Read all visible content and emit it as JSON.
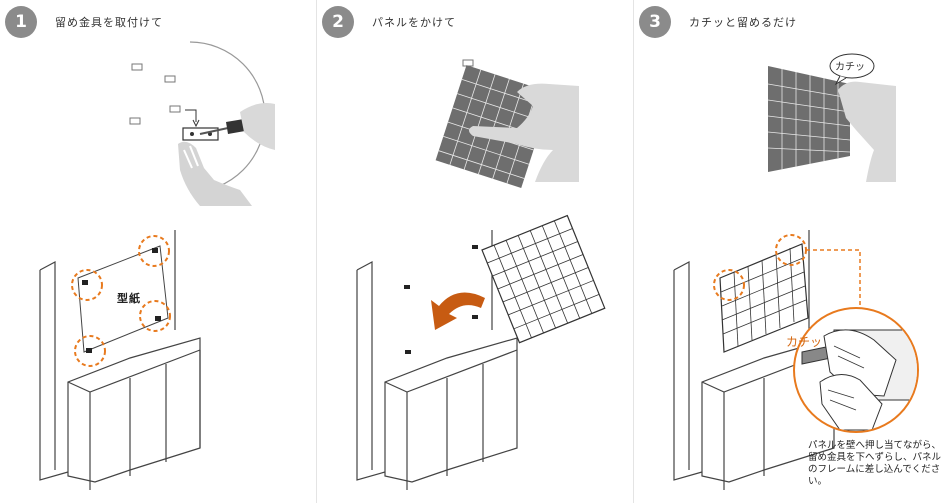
{
  "steps": [
    {
      "number": "1",
      "title": "留め金具を取付けて",
      "label": "型紙"
    },
    {
      "number": "2",
      "title": "パネルをかけて"
    },
    {
      "number": "3",
      "title": "カチッと留めるだけ",
      "bubble": "カチッ",
      "callout": "カチッ",
      "note": "パネルを壁へ押し当てながら、留め金具を下へずらし、パネルのフレームに差し込んでください。"
    }
  ],
  "colors": {
    "badge": "#8b8b8b",
    "accent": "#e87a1e",
    "panel_fill": "#6e6e6e"
  }
}
